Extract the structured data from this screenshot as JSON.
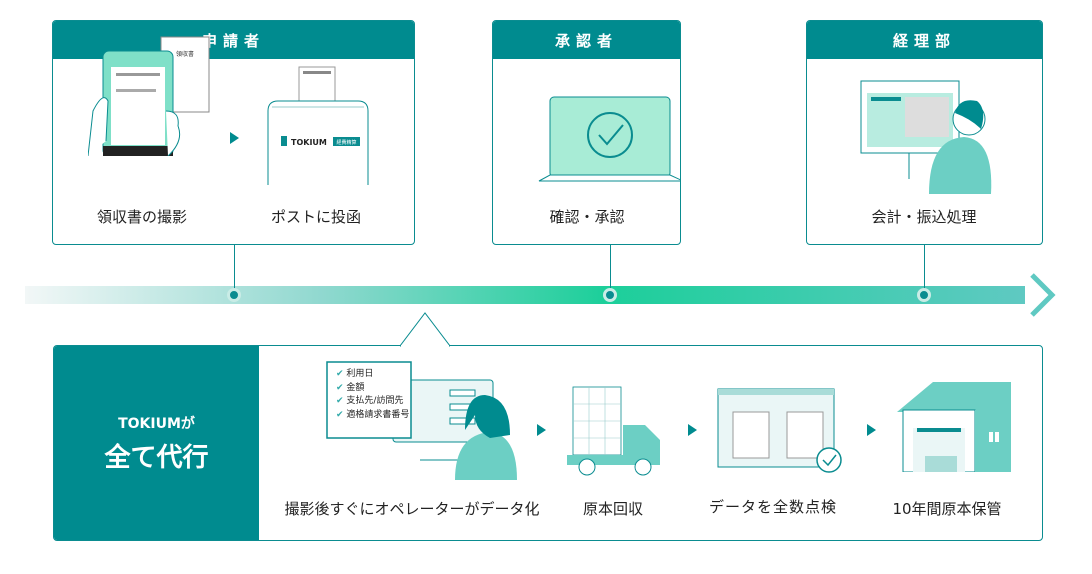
{
  "applicant": {
    "title": "申請者",
    "steps": [
      "領収書の撮影",
      "ポストに投函"
    ],
    "receipt_title": "領収書",
    "post_brand": "TOKIUM",
    "post_badge": "経費精算"
  },
  "approver": {
    "title": "承認者",
    "steps": [
      "確認・承認"
    ]
  },
  "accounting": {
    "title": "経理部",
    "steps": [
      "会計・振込処理"
    ]
  },
  "tokium": {
    "line1": "TOKIUMが",
    "line2": "全て代行",
    "checklist": [
      "利用日",
      "金額",
      "支払先/訪問先",
      "適格請求書番号"
    ],
    "steps": [
      "撮影後すぐにオペレーターがデータ化",
      "原本回収",
      "データを全数点検",
      "10年間原本保管"
    ]
  },
  "colors": {
    "brand": "#008b8f",
    "accent": "#1ccf9a"
  }
}
